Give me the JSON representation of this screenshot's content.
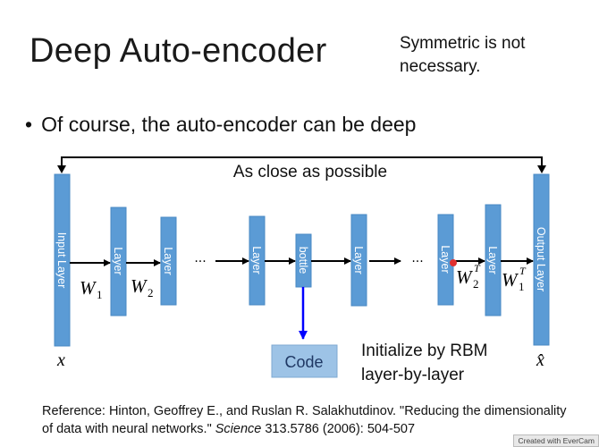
{
  "slide": {
    "title": "Deep Auto-encoder",
    "note": "Symmetric is not necessary.",
    "bullet": "Of course, the auto-encoder can be deep"
  },
  "diagram": {
    "close_label": "As close as possible",
    "input_layer": "Input Layer",
    "output_layer": "Output Layer",
    "layer_label": "Layer",
    "bottle_label": "bottle",
    "code_label": "Code",
    "ellipsis": "···",
    "init_line1": "Initialize by RBM",
    "init_line2": "layer-by-layer",
    "x_label": "x",
    "xhat_label": "x̂",
    "w1": {
      "base": "W",
      "sub": "1"
    },
    "w2": {
      "base": "W",
      "sub": "2"
    },
    "w2t": {
      "base": "W",
      "sub": "2",
      "sup": "T"
    },
    "w1t": {
      "base": "W",
      "sub": "1",
      "sup": "T"
    },
    "colors": {
      "layer": "#5b9bd5",
      "code": "#9dc3e6",
      "code_arrow": "#0000ff"
    }
  },
  "reference": {
    "prefix": "Reference: Hinton, Geoffrey E., and Ruslan R. Salakhutdinov. \"Reducing the dimensionality of data with neural networks.\" ",
    "journal": "Science",
    "suffix": " 313.5786 (2006): 504-507"
  },
  "watermark": "Created with EverCam"
}
